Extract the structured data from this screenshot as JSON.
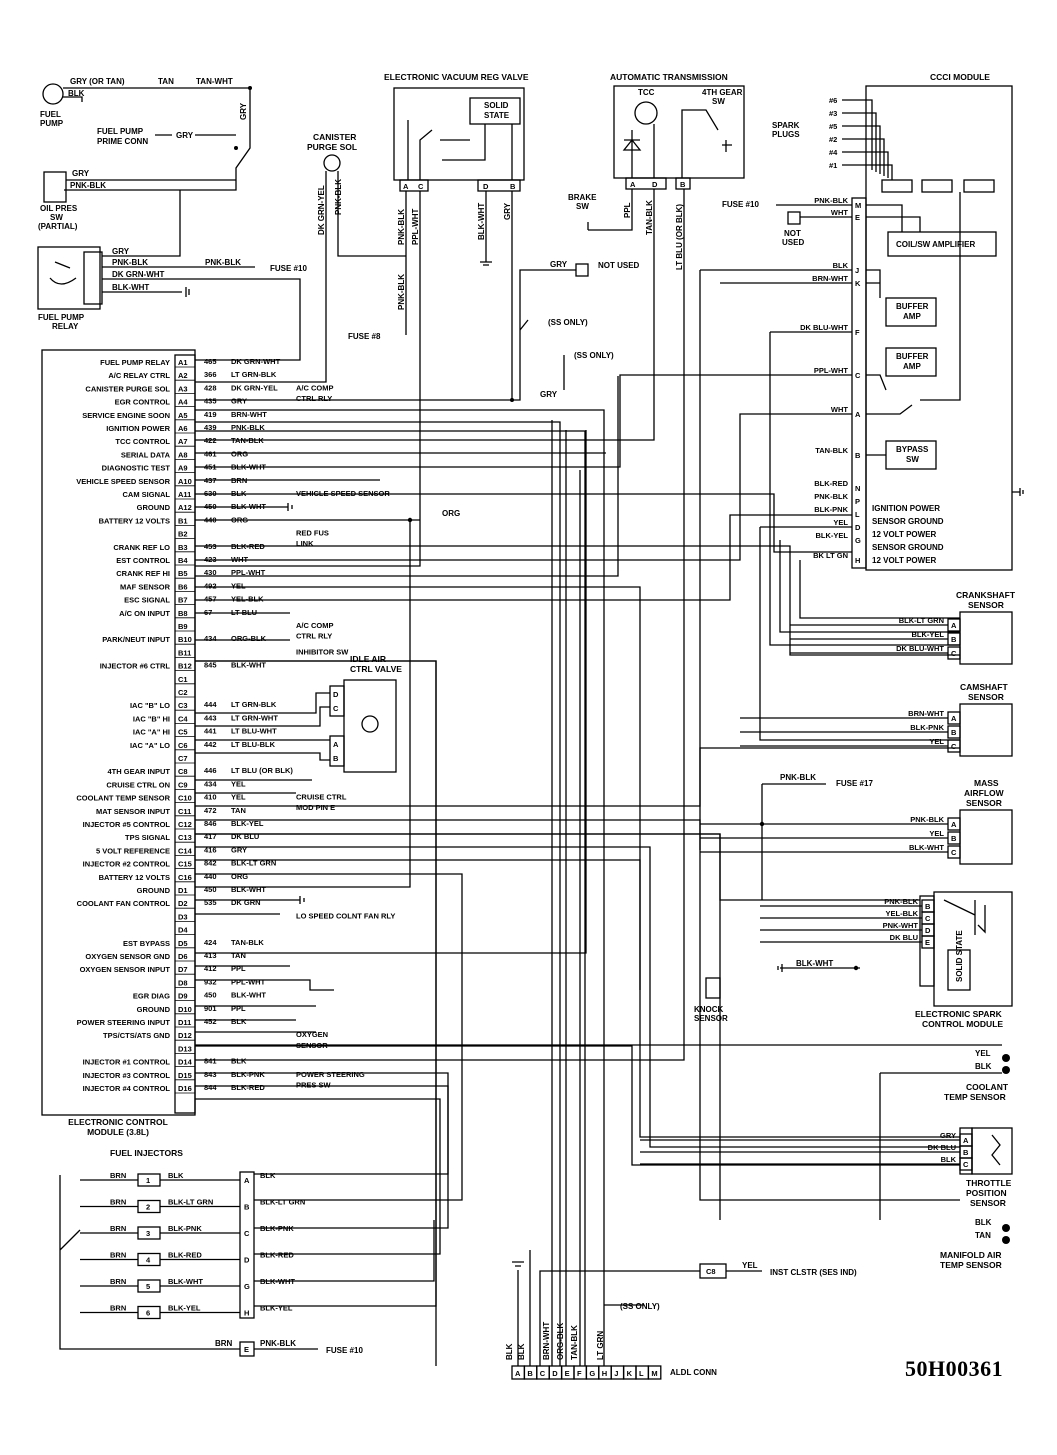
{
  "diagram_code": "50H00361",
  "ecm": {
    "title_line1": "ELECTRONIC CONTROL",
    "title_line2": "MODULE (3.8L)",
    "pins": [
      {
        "pin": "A1",
        "fn": "FUEL PUMP RELAY",
        "circuit": "465",
        "color": "DK GRN-WHT"
      },
      {
        "pin": "A2",
        "fn": "A/C RELAY CTRL",
        "circuit": "366",
        "color": "LT GRN-BLK"
      },
      {
        "pin": "A3",
        "fn": "CANISTER PURGE SOL",
        "circuit": "428",
        "color": "DK GRN-YEL"
      },
      {
        "pin": "A4",
        "fn": "EGR CONTROL",
        "circuit": "435",
        "color": "GRY"
      },
      {
        "pin": "A5",
        "fn": "SERVICE ENGINE SOON",
        "circuit": "419",
        "color": "BRN-WHT"
      },
      {
        "pin": "A6",
        "fn": "IGNITION POWER",
        "circuit": "439",
        "color": "PNK-BLK"
      },
      {
        "pin": "A7",
        "fn": "TCC CONTROL",
        "circuit": "422",
        "color": "TAN-BLK"
      },
      {
        "pin": "A8",
        "fn": "SERIAL DATA",
        "circuit": "461",
        "color": "ORG"
      },
      {
        "pin": "A9",
        "fn": "DIAGNOSTIC TEST",
        "circuit": "451",
        "color": "BLK-WHT"
      },
      {
        "pin": "A10",
        "fn": "VEHICLE SPEED SENSOR",
        "circuit": "437",
        "color": "BRN"
      },
      {
        "pin": "A11",
        "fn": "CAM SIGNAL",
        "circuit": "630",
        "color": "BLK"
      },
      {
        "pin": "A12",
        "fn": "GROUND",
        "circuit": "450",
        "color": "BLK-WHT"
      },
      {
        "pin": "B1",
        "fn": "BATTERY 12 VOLTS",
        "circuit": "440",
        "color": "ORG"
      },
      {
        "pin": "B2",
        "fn": "",
        "circuit": "",
        "color": ""
      },
      {
        "pin": "B3",
        "fn": "CRANK REF LO",
        "circuit": "453",
        "color": "BLK-RED"
      },
      {
        "pin": "B4",
        "fn": "EST CONTROL",
        "circuit": "423",
        "color": "WHT"
      },
      {
        "pin": "B5",
        "fn": "CRANK REF HI",
        "circuit": "430",
        "color": "PPL-WHT"
      },
      {
        "pin": "B6",
        "fn": "MAF SENSOR",
        "circuit": "492",
        "color": "YEL"
      },
      {
        "pin": "B7",
        "fn": "ESC SIGNAL",
        "circuit": "457",
        "color": "YEL-BLK"
      },
      {
        "pin": "B8",
        "fn": "A/C ON INPUT",
        "circuit": "67",
        "color": "LT BLU"
      },
      {
        "pin": "B9",
        "fn": "",
        "circuit": "",
        "color": ""
      },
      {
        "pin": "B10",
        "fn": "PARK/NEUT INPUT",
        "circuit": "434",
        "color": "ORG-BLK"
      },
      {
        "pin": "B11",
        "fn": "",
        "circuit": "",
        "color": ""
      },
      {
        "pin": "B12",
        "fn": "INJECTOR #6 CTRL",
        "circuit": "845",
        "color": "BLK-WHT"
      },
      {
        "pin": "C1",
        "fn": "",
        "circuit": "",
        "color": ""
      },
      {
        "pin": "C2",
        "fn": "",
        "circuit": "",
        "color": ""
      },
      {
        "pin": "C3",
        "fn": "IAC \"B\" LO",
        "circuit": "444",
        "color": "LT GRN-BLK"
      },
      {
        "pin": "C4",
        "fn": "IAC \"B\" HI",
        "circuit": "443",
        "color": "LT GRN-WHT"
      },
      {
        "pin": "C5",
        "fn": "IAC \"A\" HI",
        "circuit": "441",
        "color": "LT BLU-WHT"
      },
      {
        "pin": "C6",
        "fn": "IAC \"A\" LO",
        "circuit": "442",
        "color": "LT BLU-BLK"
      },
      {
        "pin": "C7",
        "fn": "",
        "circuit": "",
        "color": ""
      },
      {
        "pin": "C8",
        "fn": "4TH GEAR INPUT",
        "circuit": "446",
        "color": "LT BLU (OR BLK)"
      },
      {
        "pin": "C9",
        "fn": "CRUISE CTRL ON",
        "circuit": "434",
        "color": "YEL"
      },
      {
        "pin": "C10",
        "fn": "COOLANT TEMP SENSOR",
        "circuit": "410",
        "color": "YEL"
      },
      {
        "pin": "C11",
        "fn": "MAT SENSOR INPUT",
        "circuit": "472",
        "color": "TAN"
      },
      {
        "pin": "C12",
        "fn": "INJECTOR #5 CONTROL",
        "circuit": "846",
        "color": "BLK-YEL"
      },
      {
        "pin": "C13",
        "fn": "TPS SIGNAL",
        "circuit": "417",
        "color": "DK BLU"
      },
      {
        "pin": "C14",
        "fn": "5 VOLT REFERENCE",
        "circuit": "416",
        "color": "GRY"
      },
      {
        "pin": "C15",
        "fn": "INJECTOR #2 CONTROL",
        "circuit": "842",
        "color": "BLK-LT GRN"
      },
      {
        "pin": "C16",
        "fn": "BATTERY 12 VOLTS",
        "circuit": "440",
        "color": "ORG"
      },
      {
        "pin": "D1",
        "fn": "GROUND",
        "circuit": "450",
        "color": "BLK-WHT"
      },
      {
        "pin": "D2",
        "fn": "COOLANT FAN CONTROL",
        "circuit": "535",
        "color": "DK GRN"
      },
      {
        "pin": "D3",
        "fn": "",
        "circuit": "",
        "color": ""
      },
      {
        "pin": "D4",
        "fn": "",
        "circuit": "",
        "color": ""
      },
      {
        "pin": "D5",
        "fn": "EST BYPASS",
        "circuit": "424",
        "color": "TAN-BLK"
      },
      {
        "pin": "D6",
        "fn": "OXYGEN SENSOR GND",
        "circuit": "413",
        "color": "TAN"
      },
      {
        "pin": "D7",
        "fn": "OXYGEN SENSOR INPUT",
        "circuit": "412",
        "color": "PPL"
      },
      {
        "pin": "D8",
        "fn": "",
        "circuit": "932",
        "color": "PPL-WHT"
      },
      {
        "pin": "D9",
        "fn": "EGR DIAG",
        "circuit": "450",
        "color": "BLK-WHT"
      },
      {
        "pin": "D10",
        "fn": "GROUND",
        "circuit": "901",
        "color": "PPL"
      },
      {
        "pin": "D11",
        "fn": "POWER STEERING INPUT",
        "circuit": "452",
        "color": "BLK"
      },
      {
        "pin": "D12",
        "fn": "TPS/CTS/ATS GND",
        "circuit": "",
        "color": ""
      },
      {
        "pin": "D13",
        "fn": "",
        "circuit": "",
        "color": ""
      },
      {
        "pin": "D14",
        "fn": "INJECTOR #1 CONTROL",
        "circuit": "841",
        "color": "BLK"
      },
      {
        "pin": "D15",
        "fn": "INJECTOR #3 CONTROL",
        "circuit": "843",
        "color": "BLK-PNK"
      },
      {
        "pin": "D16",
        "fn": "INJECTOR #4 CONTROL",
        "circuit": "844",
        "color": "BLK-RED"
      }
    ],
    "right_notes": [
      {
        "text": "A/C COMP",
        "row": 2
      },
      {
        "text": "CTRL RLY",
        "row": 2.8
      },
      {
        "text": "VEHICLE SPEED SENSOR",
        "row": 10
      },
      {
        "text": "RED FUS",
        "row": 13
      },
      {
        "text": "LINK",
        "row": 13.8
      },
      {
        "text": "A/C COMP",
        "row": 20
      },
      {
        "text": "CTRL RLY",
        "row": 20.8
      },
      {
        "text": "INHIBITOR SW",
        "row": 22
      },
      {
        "text": "CRUISE CTRL",
        "row": 33
      },
      {
        "text": "MOD PIN E",
        "row": 33.8
      },
      {
        "text": "LO SPEED COLNT FAN RLY",
        "row": 42
      },
      {
        "text": "OXYGEN",
        "row": 51
      },
      {
        "text": "SENSOR",
        "row": 51.8
      },
      {
        "text": "POWER STEERING",
        "row": 54
      },
      {
        "text": "PRES SW",
        "row": 54.8
      }
    ]
  },
  "fuel_pump": {
    "label_line1": "FUEL",
    "label_line2": "PUMP",
    "wires": [
      "GRY (OR TAN)",
      "TAN",
      "TAN-WHT",
      "BLK",
      "GRY"
    ],
    "prime_conn_line1": "FUEL PUMP",
    "prime_conn_line2": "PRIME CONN",
    "prime_wire": "GRY"
  },
  "oil_pres": {
    "label_line1": "OIL PRES",
    "label_line2": "SW",
    "label_line3": "(PARTIAL)",
    "wires": [
      "GRY",
      "PNK-BLK"
    ]
  },
  "fuel_pump_relay": {
    "label_line1": "FUEL PUMP",
    "label_line2": "RELAY",
    "wires": [
      "GRY",
      "PNK-BLK",
      "DK GRN-WHT",
      "BLK-WHT",
      "PNK-BLK"
    ],
    "fuse": "FUSE #10"
  },
  "canister": {
    "label_line1": "CANISTER",
    "label_line2": "PURGE SOL",
    "wires": [
      "DK GRN-YEL",
      "PNK-BLK"
    ]
  },
  "evrv": {
    "title": "ELECTRONIC VACUUM REG VALVE",
    "solid_state_line1": "SOLID",
    "solid_state_line2": "STATE",
    "pins": [
      "A",
      "C",
      "D",
      "B"
    ],
    "wires": [
      "PNK-BLK",
      "PPL-WHT",
      "BLK-WHT",
      "GRY",
      "PNK-BLK"
    ],
    "fuse": "FUSE #8"
  },
  "auto_trans": {
    "title": "AUTOMATIC TRANSMISSION",
    "tcc": "TCC",
    "gear_line1": "4TH GEAR",
    "gear_line2": "SW",
    "pins": [
      "A",
      "D",
      "B"
    ],
    "wires": [
      "PPL",
      "TAN-BLK",
      "LT BLU (OR BLK)"
    ],
    "brake_line1": "BRAKE",
    "brake_line2": "SW"
  },
  "misc": {
    "not_used": "NOT USED",
    "not_used_gry": "GRY",
    "ss_only_1": "(SS ONLY)",
    "ss_only_2": "(SS ONLY)",
    "ss_only_3": "(SS ONLY)",
    "gry": "GRY",
    "orange": "ORG"
  },
  "ccci": {
    "title": "CCCI MODULE",
    "spark_plugs_line1": "SPARK",
    "spark_plugs_line2": "PLUGS",
    "plugs": [
      "#6",
      "#3",
      "#5",
      "#2",
      "#4",
      "#1"
    ],
    "coil_amp": "COIL/SW AMPLIFIER",
    "buffer_amp_line1": "BUFFER",
    "buffer_amp_line2": "AMP",
    "bypass_line1": "BYPASS",
    "bypass_line2": "SW",
    "fuse": "FUSE #10",
    "not_used_line1": "NOT",
    "not_used_line2": "USED",
    "pins": [
      {
        "pin": "M",
        "wire": "PNK-BLK"
      },
      {
        "pin": "E",
        "wire": "WHT"
      },
      {
        "pin": "J",
        "wire": "BLK"
      },
      {
        "pin": "K",
        "wire": "BRN-WHT"
      },
      {
        "pin": "F",
        "wire": "DK BLU-WHT"
      },
      {
        "pin": "C",
        "wire": "PPL-WHT"
      },
      {
        "pin": "A",
        "wire": "WHT"
      },
      {
        "pin": "B",
        "wire": "TAN-BLK"
      },
      {
        "pin": "N",
        "wire": "BLK-RED"
      },
      {
        "pin": "P",
        "wire": "PNK-BLK"
      },
      {
        "pin": "L",
        "wire": "BLK-PNK"
      },
      {
        "pin": "D",
        "wire": "YEL"
      },
      {
        "pin": "G",
        "wire": "BLK-YEL"
      },
      {
        "pin": "H",
        "wire": "BK LT GN"
      }
    ],
    "functions": [
      "IGNITION POWER",
      "SENSOR GROUND",
      "12 VOLT POWER",
      "SENSOR GROUND",
      "12 VOLT POWER"
    ]
  },
  "crankshaft": {
    "title_line1": "CRANKSHAFT",
    "title_line2": "SENSOR",
    "pins": [
      {
        "pin": "A",
        "wire": "BLK-LT GRN"
      },
      {
        "pin": "B",
        "wire": "BLK-YEL"
      },
      {
        "pin": "C",
        "wire": "DK BLU-WHT"
      }
    ]
  },
  "camshaft": {
    "title_line1": "CAMSHAFT",
    "title_line2": "SENSOR",
    "pins": [
      {
        "pin": "A",
        "wire": "BRN-WHT"
      },
      {
        "pin": "B",
        "wire": "BLK-PNK"
      },
      {
        "pin": "C",
        "wire": "YEL"
      }
    ]
  },
  "maf": {
    "title_line1": "MASS",
    "title_line2": "AIRFLOW",
    "title_line3": "SENSOR",
    "pins": [
      {
        "pin": "A",
        "wire": "PNK-BLK"
      },
      {
        "pin": "B",
        "wire": "YEL"
      },
      {
        "pin": "C",
        "wire": "BLK-WHT"
      }
    ],
    "feed": "PNK-BLK",
    "fuse": "FUSE #17"
  },
  "esc": {
    "title_line1": "ELECTRONIC SPARK",
    "title_line2": "CONTROL MODULE",
    "pins": [
      {
        "pin": "B",
        "wire": "PNK-BLK"
      },
      {
        "pin": "C",
        "wire": "YEL-BLK"
      },
      {
        "pin": "D",
        "wire": "PNK-WHT"
      },
      {
        "pin": "E",
        "wire": "DK BLU"
      }
    ],
    "feed": "BLK-WHT",
    "solid_state": "SOLID STATE",
    "knock_line1": "KNOCK",
    "knock_line2": "SENSOR"
  },
  "coolant": {
    "title_line1": "COOLANT",
    "title_line2": "TEMP SENSOR",
    "wires": [
      "YEL",
      "BLK"
    ]
  },
  "tps": {
    "title_line1": "THROTTLE",
    "title_line2": "POSITION",
    "title_line3": "SENSOR",
    "pins": [
      {
        "pin": "A",
        "wire": "GRY"
      },
      {
        "pin": "B",
        "wire": "DK BLU"
      },
      {
        "pin": "C",
        "wire": "BLK"
      }
    ]
  },
  "mat": {
    "title_line1": "MANIFOLD AIR",
    "title_line2": "TEMP SENSOR",
    "wires": [
      "BLK",
      "TAN"
    ]
  },
  "iac": {
    "title_line1": "IDLE AIR",
    "title_line2": "CTRL VALVE",
    "pins": [
      "D",
      "C",
      "A",
      "B"
    ]
  },
  "injectors": {
    "title": "FUEL INJECTORS",
    "rows": [
      {
        "num": "1",
        "feed": "BRN",
        "sig": "BLK",
        "conn": "A",
        "out": "BLK"
      },
      {
        "num": "2",
        "feed": "BRN",
        "sig": "BLK-LT GRN",
        "conn": "B",
        "out": "BLK-LT GRN"
      },
      {
        "num": "3",
        "feed": "BRN",
        "sig": "BLK-PNK",
        "conn": "C",
        "out": "BLK-PNK"
      },
      {
        "num": "4",
        "feed": "BRN",
        "sig": "BLK-RED",
        "conn": "D",
        "out": "BLK-RED"
      },
      {
        "num": "5",
        "feed": "BRN",
        "sig": "BLK-WHT",
        "conn": "G",
        "out": "BLK-WHT"
      },
      {
        "num": "6",
        "feed": "BRN",
        "sig": "BLK-YEL",
        "conn": "H",
        "out": "BLK-YEL"
      }
    ],
    "supply": {
      "conn": "E",
      "feed": "BRN",
      "out": "PNK-BLK",
      "fuse": "FUSE #10"
    }
  },
  "aldl": {
    "label": "ALDL CONN",
    "pins": [
      "A",
      "B",
      "C",
      "D",
      "E",
      "F",
      "G",
      "H",
      "J",
      "K",
      "L",
      "M"
    ],
    "wires": [
      "BLK",
      "BLK",
      "BRN-WHT",
      "ORG-BLK",
      "TAN-BLK",
      "LT GRN"
    ]
  },
  "inst": {
    "conn": "C8",
    "wire": "YEL",
    "label": "INST CLSTR (SES IND)"
  }
}
